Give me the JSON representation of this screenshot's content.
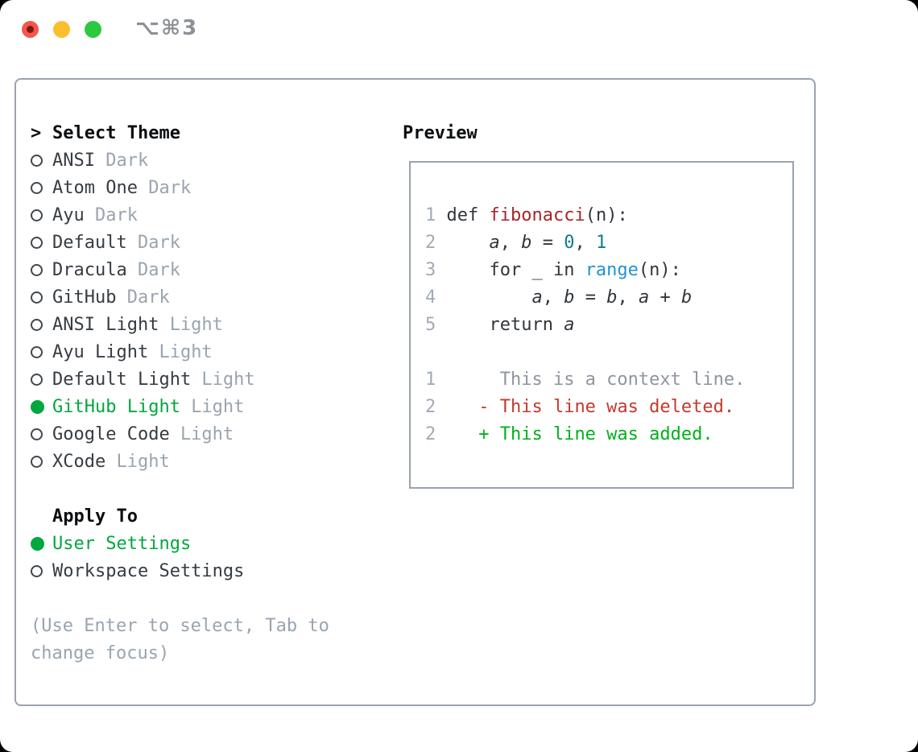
{
  "window": {
    "title": "⌥⌘3",
    "traffic_lights": [
      "close",
      "minimize",
      "zoom"
    ]
  },
  "colors": {
    "accent_green": "#00a73e",
    "added_green": "#00b11c",
    "deleted_red": "#c23a2c",
    "function_red": "#a62629",
    "number_teal": "#0d7d8a",
    "builtin_blue": "#2492d2",
    "muted_gray": "#9aa4b0",
    "panel_border": "#9aa3ae",
    "text_dark": "#31363c"
  },
  "theme_picker": {
    "cursor": ">",
    "header": "Select Theme",
    "themes": [
      {
        "name": "ANSI",
        "variant": "Dark",
        "selected": false
      },
      {
        "name": "Atom One",
        "variant": "Dark",
        "selected": false
      },
      {
        "name": "Ayu",
        "variant": "Dark",
        "selected": false
      },
      {
        "name": "Default",
        "variant": "Dark",
        "selected": false
      },
      {
        "name": "Dracula",
        "variant": "Dark",
        "selected": false
      },
      {
        "name": "GitHub",
        "variant": "Dark",
        "selected": false
      },
      {
        "name": "ANSI Light",
        "variant": "Light",
        "selected": false
      },
      {
        "name": "Ayu Light",
        "variant": "Light",
        "selected": false
      },
      {
        "name": "Default Light",
        "variant": "Light",
        "selected": false
      },
      {
        "name": "GitHub Light",
        "variant": "Light",
        "selected": true
      },
      {
        "name": "Google Code",
        "variant": "Light",
        "selected": false
      },
      {
        "name": "XCode",
        "variant": "Light",
        "selected": false
      }
    ],
    "apply_to": {
      "header": "Apply To",
      "options": [
        {
          "name": "User Settings",
          "selected": true
        },
        {
          "name": "Workspace Settings",
          "selected": false
        }
      ]
    },
    "help": [
      "(Use Enter to select, Tab to",
      "change focus)"
    ]
  },
  "preview": {
    "header": "Preview",
    "lines": [
      {
        "num": "1",
        "tokens": [
          {
            "t": "def ",
            "c": "p"
          },
          {
            "t": "fibonacci",
            "c": "f"
          },
          {
            "t": "(n):",
            "c": "p"
          }
        ]
      },
      {
        "num": "2",
        "tokens": [
          {
            "t": "    ",
            "c": "p"
          },
          {
            "t": "a",
            "c": "v"
          },
          {
            "t": ", ",
            "c": "p"
          },
          {
            "t": "b",
            "c": "v"
          },
          {
            "t": " = ",
            "c": "p"
          },
          {
            "t": "0",
            "c": "n"
          },
          {
            "t": ", ",
            "c": "p"
          },
          {
            "t": "1",
            "c": "n"
          }
        ]
      },
      {
        "num": "3",
        "tokens": [
          {
            "t": "    for _ in ",
            "c": "p"
          },
          {
            "t": "range",
            "c": "b"
          },
          {
            "t": "(n):",
            "c": "p"
          }
        ]
      },
      {
        "num": "4",
        "tokens": [
          {
            "t": "        ",
            "c": "p"
          },
          {
            "t": "a",
            "c": "v"
          },
          {
            "t": ", ",
            "c": "p"
          },
          {
            "t": "b",
            "c": "v"
          },
          {
            "t": " = ",
            "c": "p"
          },
          {
            "t": "b",
            "c": "v"
          },
          {
            "t": ", ",
            "c": "p"
          },
          {
            "t": "a",
            "c": "v"
          },
          {
            "t": " + ",
            "c": "p"
          },
          {
            "t": "b",
            "c": "v"
          }
        ]
      },
      {
        "num": "5",
        "tokens": [
          {
            "t": "    return ",
            "c": "p"
          },
          {
            "t": "a",
            "c": "v"
          }
        ]
      },
      {
        "num": "",
        "tokens": []
      },
      {
        "num": "1",
        "tokens": [
          {
            "t": "     This is a context line.",
            "c": "ctx"
          }
        ]
      },
      {
        "num": "2",
        "tokens": [
          {
            "t": "   - This line was deleted.",
            "c": "del"
          }
        ]
      },
      {
        "num": "2",
        "tokens": [
          {
            "t": "   + This line was added.",
            "c": "add"
          }
        ]
      }
    ]
  }
}
